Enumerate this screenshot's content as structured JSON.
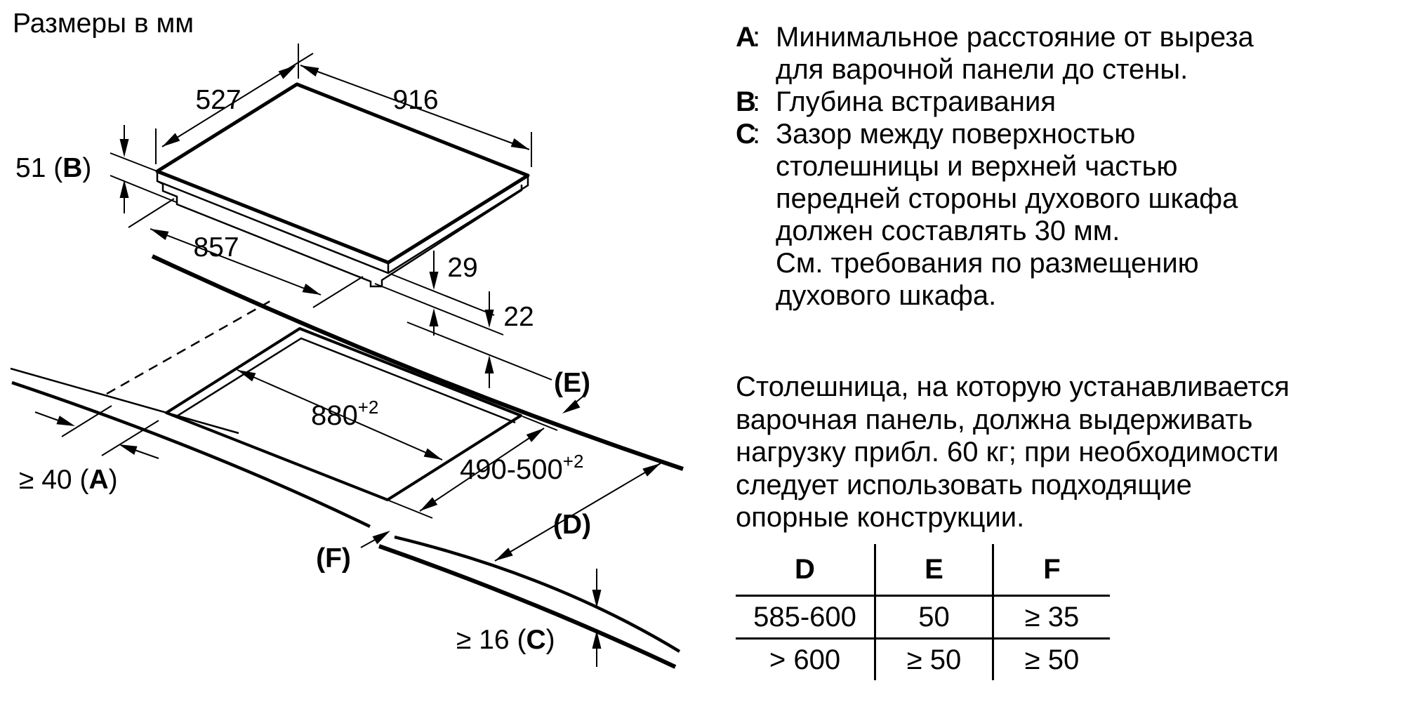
{
  "title": "Размеры в мм",
  "diagram": {
    "d527": "527",
    "d916": "916",
    "d51_pre": "51 (",
    "d51_letter": "B",
    "d51_post": ")",
    "d857": "857",
    "d29": "29",
    "d22": "22",
    "d880_base": "880",
    "d880_sup": "+2",
    "d490_base": "490-500",
    "d490_sup": "+2",
    "dA_pre": "≥ 40 (",
    "dA_letter": "A",
    "dA_post": ")",
    "dC_pre": "≥ 16 (",
    "dC_letter": "C",
    "dC_post": ")",
    "dE": "(E)",
    "dD": "(D)",
    "dF": "(F)"
  },
  "legend": {
    "sep": ":",
    "items": [
      {
        "letter": "A",
        "lines": [
          "Минимальное расстояние от выреза",
          "для варочной панели до стены."
        ]
      },
      {
        "letter": "B",
        "lines": [
          "Глубина встраивания"
        ]
      },
      {
        "letter": "C",
        "lines": [
          "Зазор между поверхностью",
          "столешницы и верхней частью",
          "передней стороны духового шкафа",
          "должен составлять 30 мм.",
          "См. требования по размещению",
          "духового шкафа."
        ]
      }
    ]
  },
  "paragraph": {
    "lines": [
      "Столешница, на которую устанавливается",
      "варочная панель, должна выдерживать",
      "нагрузку прибл. 60 кг; при необходимости",
      "следует использовать подходящие",
      "опорные конструкции."
    ]
  },
  "table": {
    "headers": [
      "D",
      "E",
      "F"
    ],
    "rows": [
      [
        "585-600",
        "50",
        "≥ 35"
      ],
      [
        "> 600",
        "≥ 50",
        "≥ 50"
      ]
    ]
  }
}
